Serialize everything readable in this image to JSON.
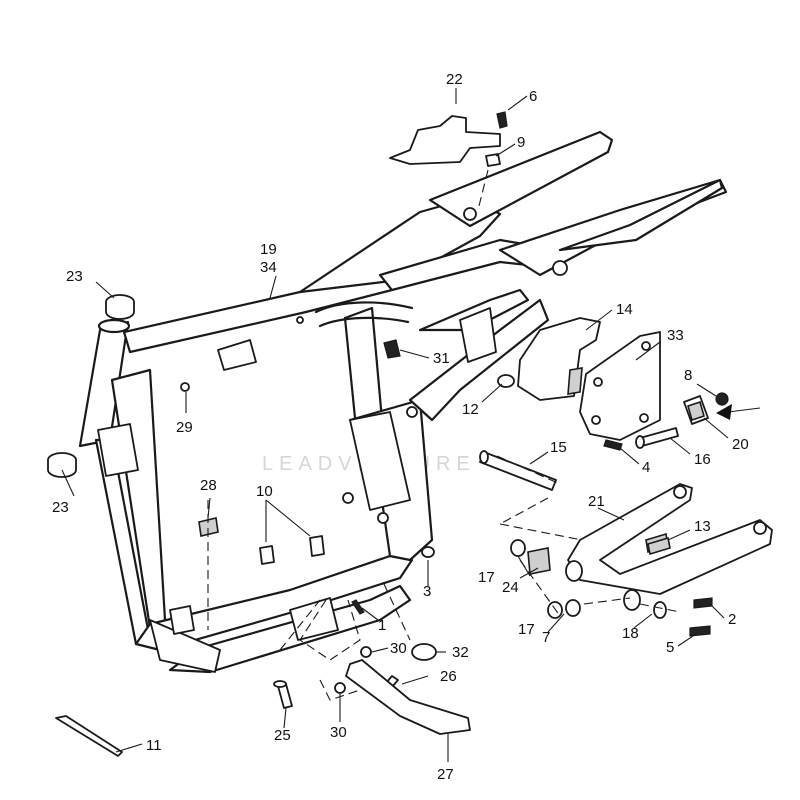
{
  "watermark_text": "LEADVENTURE",
  "callouts": {
    "c1": "1",
    "c2": "2",
    "c3": "3",
    "c4": "4",
    "c5": "5",
    "c6": "6",
    "c7": "7",
    "c8": "8",
    "c9": "9",
    "c10": "10",
    "c11": "11",
    "c12": "12",
    "c13": "13",
    "c14": "14",
    "c15": "15",
    "c16": "16",
    "c17a": "17",
    "c17b": "17",
    "c18": "18",
    "c19": "19",
    "c20": "20",
    "c21": "21",
    "c22": "22",
    "c23a": "23",
    "c23b": "23",
    "c24": "24",
    "c25": "25",
    "c26": "26",
    "c27": "27",
    "c28": "28",
    "c29": "29",
    "c30a": "30",
    "c30b": "30",
    "c31": "31",
    "c32": "32",
    "c33": "33",
    "c34": "34"
  },
  "highlight_arrow_target": "20"
}
